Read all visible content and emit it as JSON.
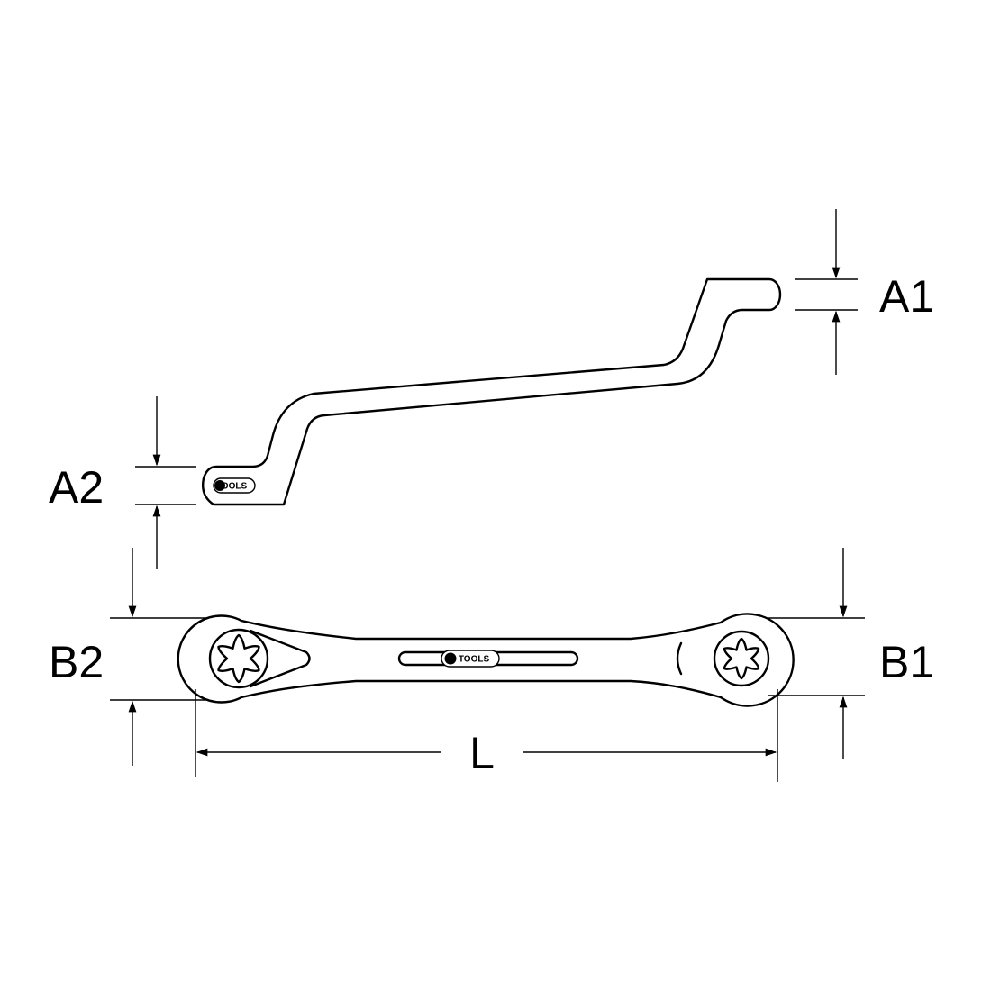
{
  "dimensions": {
    "a1": "A1",
    "a2": "A2",
    "b1": "B1",
    "b2": "B2",
    "length": "L"
  },
  "logo": {
    "brand_lettering": "KSTOOLS"
  },
  "icons": {
    "dimension_arrow": "arrowhead",
    "bit_profile": "torx-star-icon"
  }
}
